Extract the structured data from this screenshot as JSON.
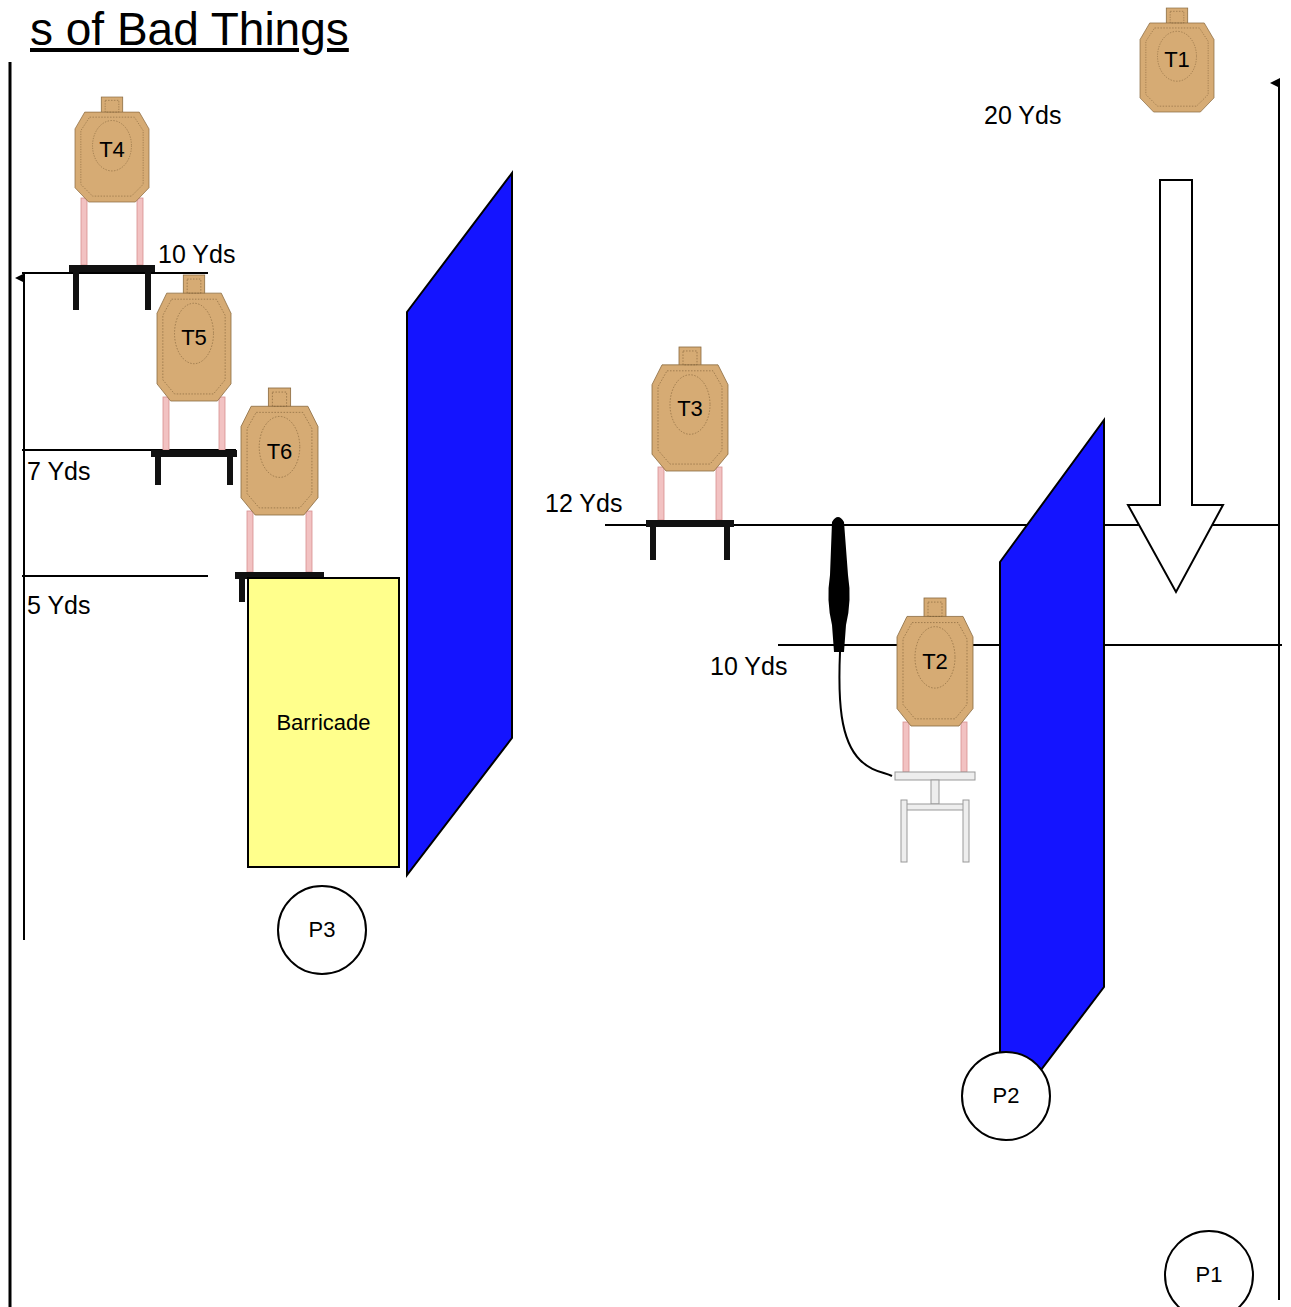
{
  "diagram": {
    "title": "s of Bad Things",
    "nodes": [
      {
        "text": [
          "T1"
        ]
      },
      {
        "text": [
          "T4"
        ]
      },
      {
        "text": [
          "T5"
        ]
      },
      {
        "text": [
          "T3"
        ]
      },
      {
        "text": [
          "T6"
        ]
      },
      {
        "text": [
          "Barricade"
        ]
      },
      {
        "text": [
          "T2"
        ]
      },
      {
        "text": [
          "P3"
        ]
      },
      {
        "text": [
          "P2"
        ]
      },
      {
        "text": [
          "P1"
        ]
      }
    ],
    "labels": [
      "20 Yds",
      "10 Yds",
      "7 Yds",
      "12 Yds",
      "5 Yds",
      "10 Yds"
    ]
  }
}
